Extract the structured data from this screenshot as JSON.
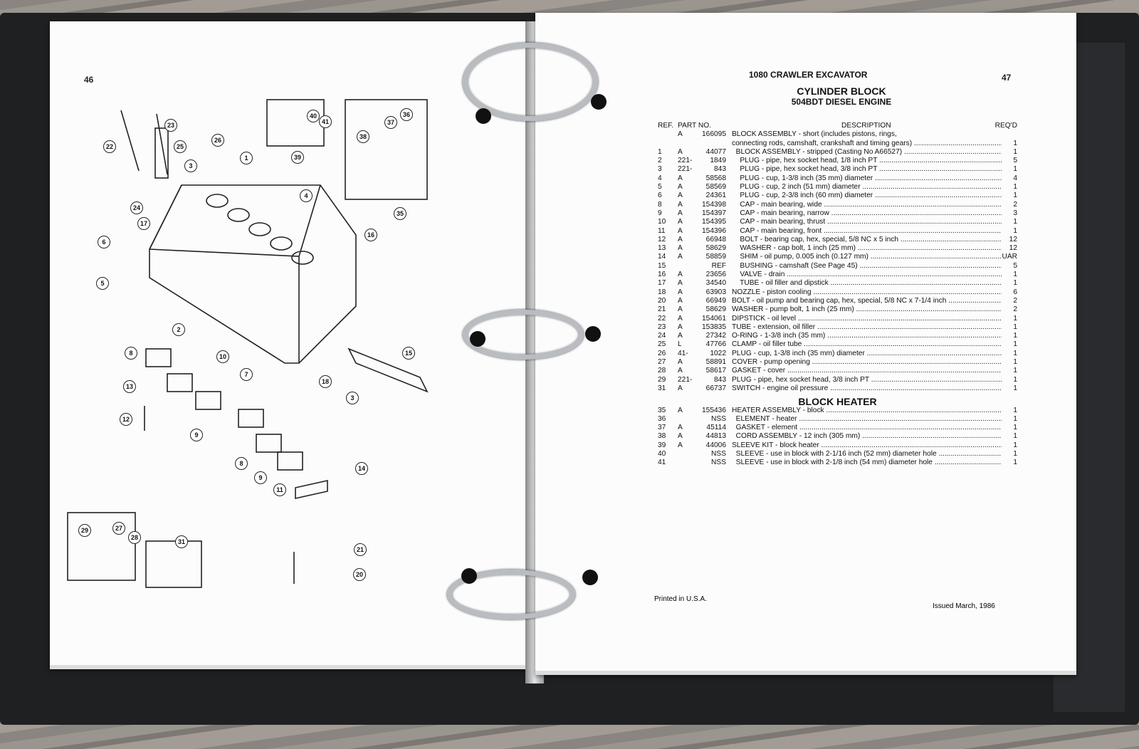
{
  "left_page": {
    "page_number": "46",
    "callouts": [
      "23",
      "22",
      "26",
      "1",
      "25",
      "3",
      "4",
      "24",
      "17",
      "16",
      "6",
      "5",
      "2",
      "8",
      "10",
      "7",
      "18",
      "3",
      "15",
      "13",
      "12",
      "9",
      "8",
      "9",
      "11",
      "14",
      "40",
      "41",
      "39",
      "37",
      "36",
      "38",
      "35",
      "29",
      "27",
      "28",
      "31",
      "21",
      "20"
    ]
  },
  "right_page": {
    "header": "1080 CRAWLER EXCAVATOR",
    "page_number": "47",
    "title": "CYLINDER BLOCK",
    "subtitle": "504BDT DIESEL ENGINE",
    "columns": {
      "ref": "REF.",
      "part_no": "PART NO.",
      "description": "DESCRIPTION",
      "reqd": "REQ'D"
    },
    "rows": [
      {
        "ref": "",
        "pre": "A",
        "no": "166095",
        "desc": "BLOCK ASSEMBLY - short (includes pistons, rings,",
        "qty": ""
      },
      {
        "ref": "",
        "pre": "",
        "no": "",
        "desc": "connecting rods, camshaft, crankshaft and timing gears)",
        "qty": "1"
      },
      {
        "ref": "1",
        "pre": "A",
        "no": "44077",
        "desc": "  BLOCK ASSEMBLY - stripped (Casting No A66527)",
        "qty": "1"
      },
      {
        "ref": "2",
        "pre": "221-",
        "no": "1849",
        "desc": "    PLUG - pipe, hex socket head, 1/8 inch PT",
        "qty": "5"
      },
      {
        "ref": "3",
        "pre": "221-",
        "no": "843",
        "desc": "    PLUG - pipe, hex socket head, 3/8 inch PT",
        "qty": "1"
      },
      {
        "ref": "4",
        "pre": "A",
        "no": "58568",
        "desc": "    PLUG - cup, 1-3/8 inch (35 mm) diameter",
        "qty": "4"
      },
      {
        "ref": "5",
        "pre": "A",
        "no": "58569",
        "desc": "    PLUG - cup, 2 inch (51 mm) diameter",
        "qty": "1"
      },
      {
        "ref": "6",
        "pre": "A",
        "no": "24361",
        "desc": "    PLUG - cup, 2-3/8 inch (60 mm) diameter",
        "qty": "1"
      },
      {
        "ref": "8",
        "pre": "A",
        "no": "154398",
        "desc": "    CAP - main bearing, wide",
        "qty": "2"
      },
      {
        "ref": "9",
        "pre": "A",
        "no": "154397",
        "desc": "    CAP - main bearing, narrow",
        "qty": "3"
      },
      {
        "ref": "10",
        "pre": "A",
        "no": "154395",
        "desc": "    CAP - main bearing, thrust",
        "qty": "1"
      },
      {
        "ref": "11",
        "pre": "A",
        "no": "154396",
        "desc": "    CAP - main bearing, front",
        "qty": "1"
      },
      {
        "ref": "12",
        "pre": "A",
        "no": "66948",
        "desc": "    BOLT - bearing cap, hex, special, 5/8 NC x 5 inch",
        "qty": "12"
      },
      {
        "ref": "13",
        "pre": "A",
        "no": "58629",
        "desc": "    WASHER - cap bolt, 1 inch (25 mm)",
        "qty": "12"
      },
      {
        "ref": "14",
        "pre": "A",
        "no": "58859",
        "desc": "    SHIM - oil pump, 0.005 inch (0.127 mm)",
        "qty": "UAR"
      },
      {
        "ref": "15",
        "pre": "",
        "no": "REF",
        "desc": "    BUSHING - camshaft (See Page 45)",
        "qty": "5"
      },
      {
        "ref": "16",
        "pre": "A",
        "no": "23656",
        "desc": "    VALVE - drain",
        "qty": "1"
      },
      {
        "ref": "17",
        "pre": "A",
        "no": "34540",
        "desc": "    TUBE - oil filler and dipstick",
        "qty": "1"
      },
      {
        "ref": "18",
        "pre": "A",
        "no": "63903",
        "desc": "NOZZLE - piston cooling",
        "qty": "6"
      },
      {
        "ref": "20",
        "pre": "A",
        "no": "66949",
        "desc": "BOLT - oil pump and bearing cap, hex, special, 5/8 NC x 7-1/4 inch",
        "qty": "2"
      },
      {
        "ref": "21",
        "pre": "A",
        "no": "58629",
        "desc": "WASHER - pump bolt, 1 inch (25 mm)",
        "qty": "2"
      },
      {
        "ref": "22",
        "pre": "A",
        "no": "154061",
        "desc": "DIPSTICK - oil level",
        "qty": "1"
      },
      {
        "ref": "23",
        "pre": "A",
        "no": "153835",
        "desc": "TUBE - extension, oil filler",
        "qty": "1"
      },
      {
        "ref": "24",
        "pre": "A",
        "no": "27342",
        "desc": "O-RING - 1-3/8 inch (35 mm)",
        "qty": "1"
      },
      {
        "ref": "25",
        "pre": "L",
        "no": "47766",
        "desc": "CLAMP - oil filler tube",
        "qty": "1"
      },
      {
        "ref": "26",
        "pre": "41-",
        "no": "1022",
        "desc": "PLUG - cup, 1-3/8 inch (35 mm) diameter",
        "qty": "1"
      },
      {
        "ref": "27",
        "pre": "A",
        "no": "58891",
        "desc": "COVER - pump opening",
        "qty": "1"
      },
      {
        "ref": "28",
        "pre": "A",
        "no": "58617",
        "desc": "GASKET - cover",
        "qty": "1"
      },
      {
        "ref": "29",
        "pre": "221-",
        "no": "843",
        "desc": "PLUG - pipe, hex socket head, 3/8 inch PT",
        "qty": "1"
      },
      {
        "ref": "31",
        "pre": "A",
        "no": "66737",
        "desc": "SWITCH - engine oil pressure",
        "qty": "1"
      }
    ],
    "section2_title": "BLOCK HEATER",
    "rows2": [
      {
        "ref": "35",
        "pre": "A",
        "no": "155436",
        "desc": "HEATER ASSEMBLY - block",
        "qty": "1"
      },
      {
        "ref": "36",
        "pre": "",
        "no": "NSS",
        "desc": "  ELEMENT - heater",
        "qty": "1"
      },
      {
        "ref": "37",
        "pre": "A",
        "no": "45114",
        "desc": "  GASKET - element",
        "qty": "1"
      },
      {
        "ref": "38",
        "pre": "A",
        "no": "44813",
        "desc": "  CORD ASSEMBLY - 12 inch (305 mm)",
        "qty": "1"
      },
      {
        "ref": "39",
        "pre": "A",
        "no": "44006",
        "desc": "SLEEVE KIT - block heater",
        "qty": "1"
      },
      {
        "ref": "40",
        "pre": "",
        "no": "NSS",
        "desc": "  SLEEVE - use in block with 2-1/16 inch (52 mm) diameter hole",
        "qty": "1"
      },
      {
        "ref": "41",
        "pre": "",
        "no": "NSS",
        "desc": "  SLEEVE - use in block with 2-1/8 inch (54 mm) diameter hole",
        "qty": "1"
      }
    ],
    "footer_left": "Printed in U.S.A.",
    "footer_right": "Issued March, 1986"
  }
}
